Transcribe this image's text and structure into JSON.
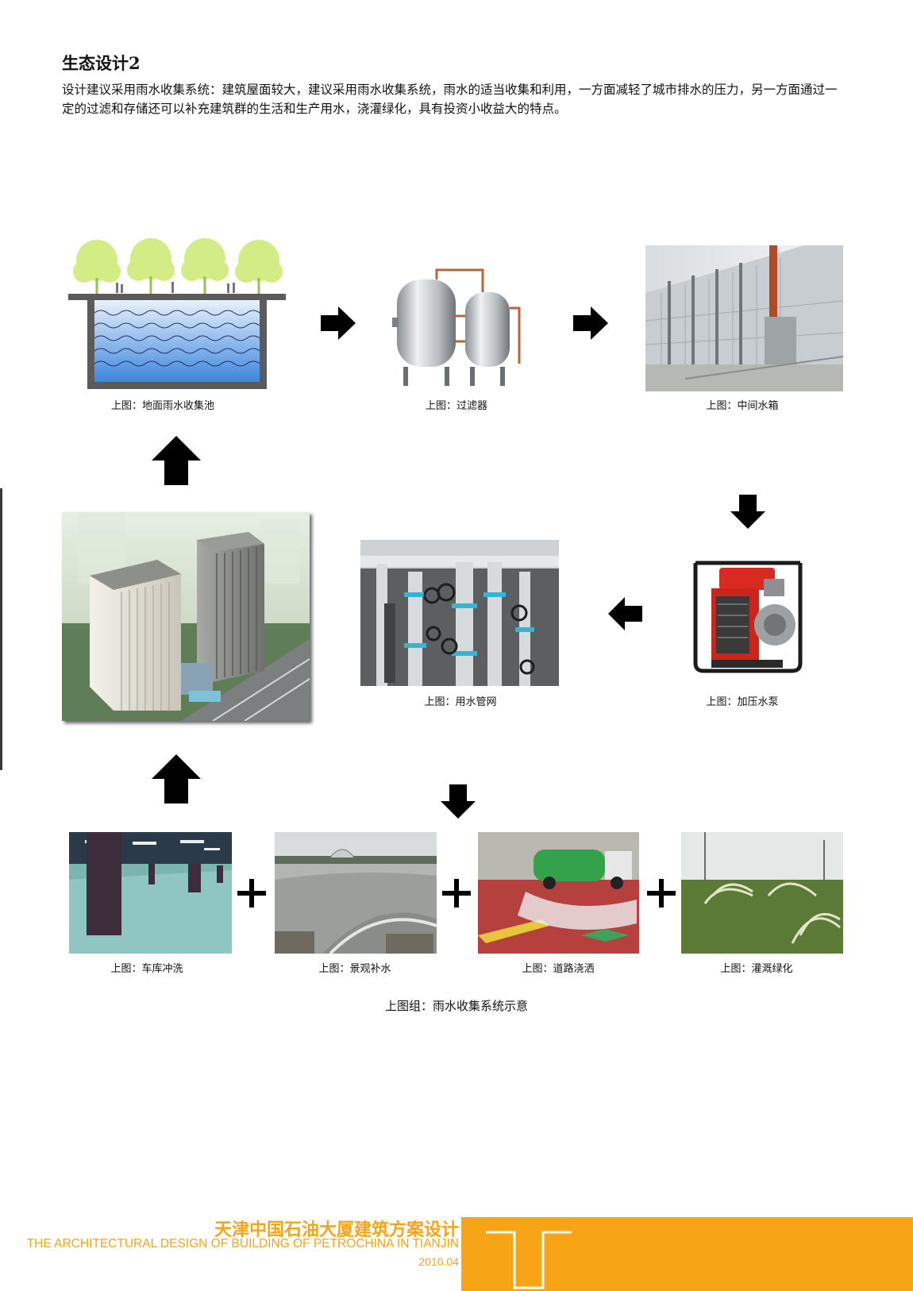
{
  "header": {
    "title": "生态设计2",
    "intro": "设计建议采用雨水收集系统：建筑屋面较大，建议采用雨水收集系统，雨水的适当收集和利用，一方面减轻了城市排水的压力，另一方面通过一定的过滤和存储还可以补充建筑群的生活和生产用水，浇灌绿化，具有投资小收益大的特点。"
  },
  "diagram": {
    "captions": {
      "ground_pool": "上图：地面雨水收集池",
      "filter": "上图：过滤器",
      "tank": "上图：中间水箱",
      "pipes": "上图：用水管网",
      "pump": "上图：加压水泵",
      "garage": "上图：车库冲洗",
      "landscape": "上图：景观补水",
      "road": "上图：道路浇洒",
      "irrigation": "上图：灌溉绿化"
    },
    "group_caption": "上图组：雨水收集系统示意"
  },
  "footer": {
    "title_cn": "天津中国石油大厦建筑方案设计",
    "title_en": "THE ARCHITECTURAL DESIGN OF BUILDING OF PETROCHINA IN TIANJIN",
    "date": "2010.04"
  },
  "colors": {
    "accent": "#f7a415",
    "text": "#111111",
    "arrow": "#000000"
  },
  "icons": [
    "arrow-right-icon",
    "arrow-down-icon",
    "arrow-left-icon",
    "arrow-up-icon",
    "plus-icon"
  ]
}
